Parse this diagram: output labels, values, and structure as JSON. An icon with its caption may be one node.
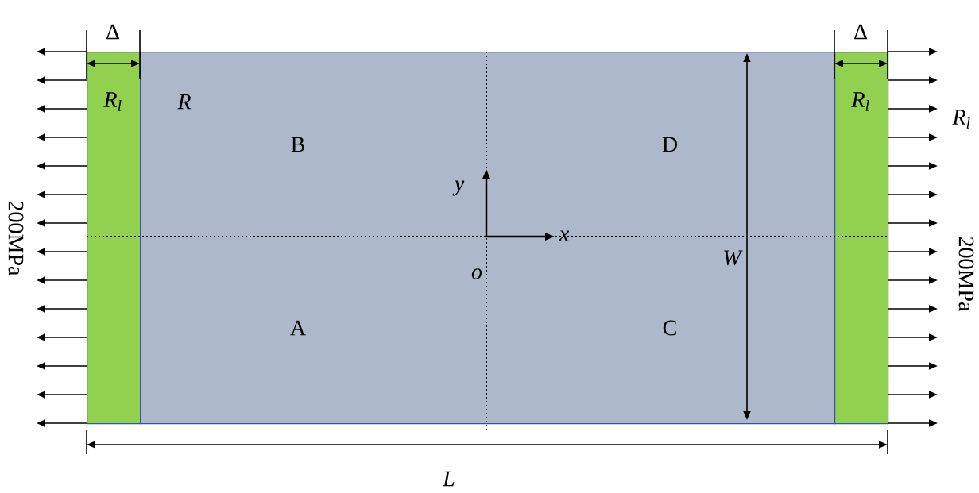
{
  "diagram": {
    "nodes": [
      {
        "text": [
          "R$_{l}$"
        ]
      },
      {
        "text": [
          "R"
        ]
      },
      {
        "text": [
          "R$_{l}$"
        ]
      }
    ],
    "labels": [
      "Δ",
      "Δ",
      "B",
      "D",
      "R$_{l}$",
      "200MPa",
      "y",
      "200MPa",
      "x",
      "o",
      "W",
      "A",
      "C",
      "L"
    ]
  }
}
